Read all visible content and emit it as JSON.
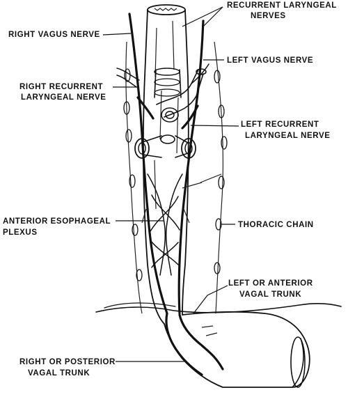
{
  "labels": {
    "recurrent_laryngeal_nerves": [
      "RECURRENT LARYNGEAL",
      "NERVES"
    ],
    "right_vagus_nerve": [
      "RIGHT VAGUS NERVE"
    ],
    "left_vagus_nerve": [
      "LEFT VAGUS NERVE"
    ],
    "right_recurrent_laryngeal_nerve": [
      "RIGHT RECURRENT",
      "LARYNGEAL NERVE"
    ],
    "left_recurrent_laryngeal_nerve": [
      "LEFT RECURRENT",
      "LARYNGEAL NERVE"
    ],
    "anterior_esophageal_plexus": [
      "ANTERIOR ESOPHAGEAL",
      "PLEXUS"
    ],
    "thoracic_chain": [
      "THORACIC CHAIN"
    ],
    "left_or_anterior_vagal_trunk": [
      "LEFT OR ANTERIOR",
      "VAGAL TRUNK"
    ],
    "right_or_posterior_vagal_trunk": [
      "RIGHT OR POSTERIOR",
      "VAGAL TRUNK"
    ]
  },
  "colors": {
    "ink": "#111111",
    "background": "#ffffff"
  }
}
